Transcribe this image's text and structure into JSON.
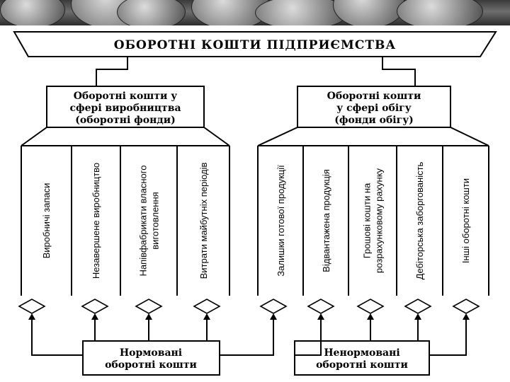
{
  "title": "ОБОРОТНІ КОШТИ ПІДПРИЄМСТВА",
  "left_group": {
    "lines": [
      "Оборотні кошти у",
      "сфері виробництва",
      "(оборотні фонди)"
    ],
    "columns": [
      [
        "Виробничі запаси"
      ],
      [
        "Незавершене виробництво"
      ],
      [
        "Напівфабрикати власного",
        "виготовлення"
      ],
      [
        "Витрати майбутніх періодів"
      ]
    ]
  },
  "right_group": {
    "lines": [
      "Оборотні кошти",
      "у сфері обігу",
      "(фонди обігу)"
    ],
    "columns": [
      [
        "Залишки готової продукції"
      ],
      [
        "Відвантажена продукція"
      ],
      [
        "Грошові кошти на",
        "розрахунковому рахунку"
      ],
      [
        "Дебіторська заборгованість"
      ],
      [
        "Інші оборотні кошти"
      ]
    ]
  },
  "normed": [
    "Нормовані",
    "оборотні кошти"
  ],
  "non_normed": [
    "Ненормовані",
    "оборотні кошти"
  ]
}
